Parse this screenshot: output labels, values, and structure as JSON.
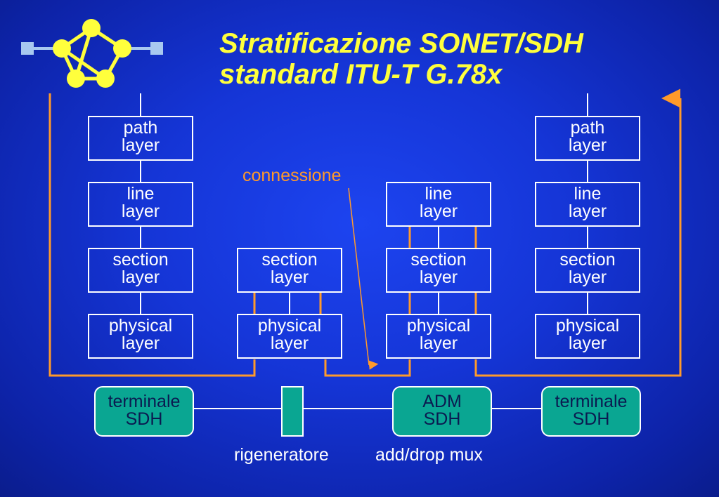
{
  "title": {
    "line1": "Stratificazione SONET/SDH",
    "line2": "standard ITU-T G.78x"
  },
  "layers": {
    "path": [
      "path",
      "layer"
    ],
    "line": [
      "line",
      "layer"
    ],
    "section": [
      "section",
      "layer"
    ],
    "physical": [
      "physical",
      "layer"
    ]
  },
  "nodes": {
    "terminal": [
      "terminale",
      "SDH"
    ],
    "adm": [
      "ADM",
      "SDH"
    ]
  },
  "captions": {
    "regenerator": "rigeneratore",
    "adm": "add/drop mux"
  },
  "annotation": "connessione",
  "colors": {
    "background": "#1535d6",
    "title": "#ffff3c",
    "box_border": "#ffffff",
    "node_fill": "#0aa692",
    "connection_path": "#ff9a2a",
    "logo_node": "#ffff3c",
    "logo_ends": "#a8c8f0"
  }
}
